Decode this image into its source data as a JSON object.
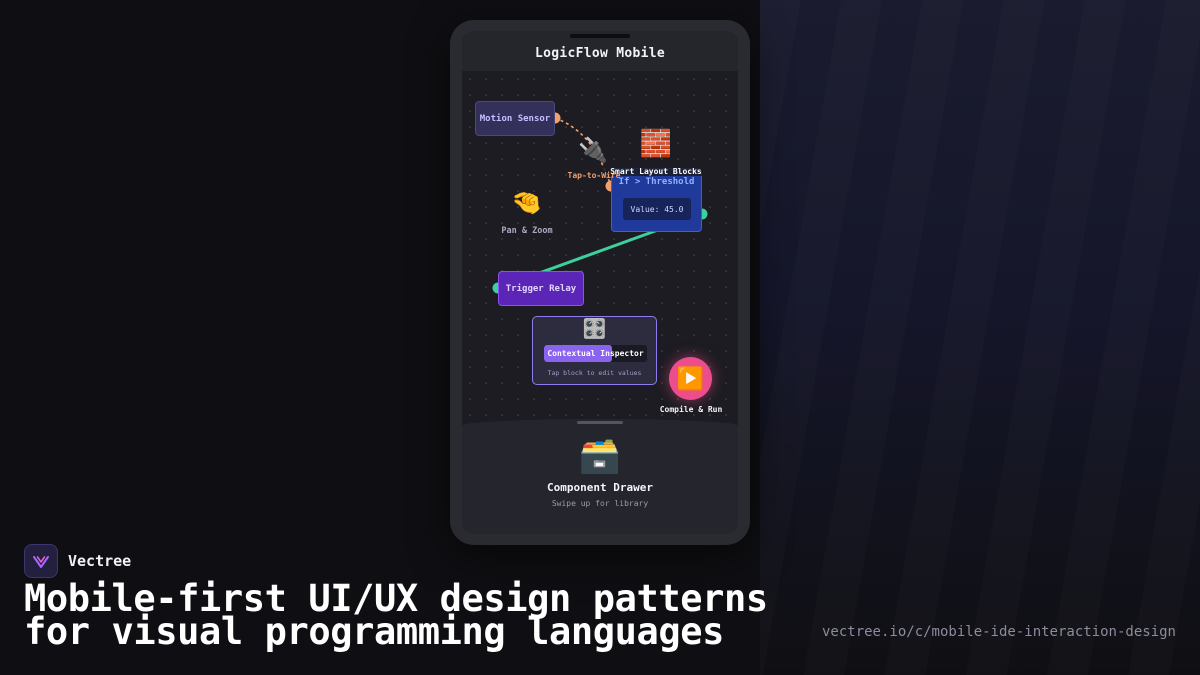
{
  "app": {
    "title": "LogicFlow Mobile"
  },
  "canvas": {
    "nodes": {
      "motion_sensor": "Motion Sensor",
      "threshold": "If > Threshold",
      "threshold_value": "Value: 45.0",
      "trigger_relay": "Trigger Relay"
    },
    "labels": {
      "smart_layout": "Smart Layout Blocks",
      "tap_to_wire": "Tap-to-Wire",
      "pan_zoom": "Pan & Zoom"
    },
    "icons": {
      "layout_blocks": "brick-icon",
      "wire": "plug-icon",
      "pan_zoom": "pinch-hand-icon",
      "inspector": "control-knobs-icon",
      "run": "play-button-icon"
    },
    "inspector": {
      "label": "Contextual Inspector",
      "hint": "Tap block to edit values",
      "slider_fraction": 0.66
    },
    "run_button": {
      "label": "Compile & Run"
    },
    "colors": {
      "wire_orange": "#f3a06c",
      "wire_green": "#3ecf9a",
      "run_accent": "#ec4d8c"
    }
  },
  "drawer": {
    "icon": "card-file-box-icon",
    "title": "Component Drawer",
    "subtitle": "Swipe up for library"
  },
  "brand": {
    "name": "Vectree",
    "logo_icon": "vectree-logo-icon"
  },
  "headline": {
    "line1": "Mobile-first UI/UX design patterns",
    "line2": "for visual programming languages"
  },
  "url": "vectree.io/c/mobile-ide-interaction-design"
}
